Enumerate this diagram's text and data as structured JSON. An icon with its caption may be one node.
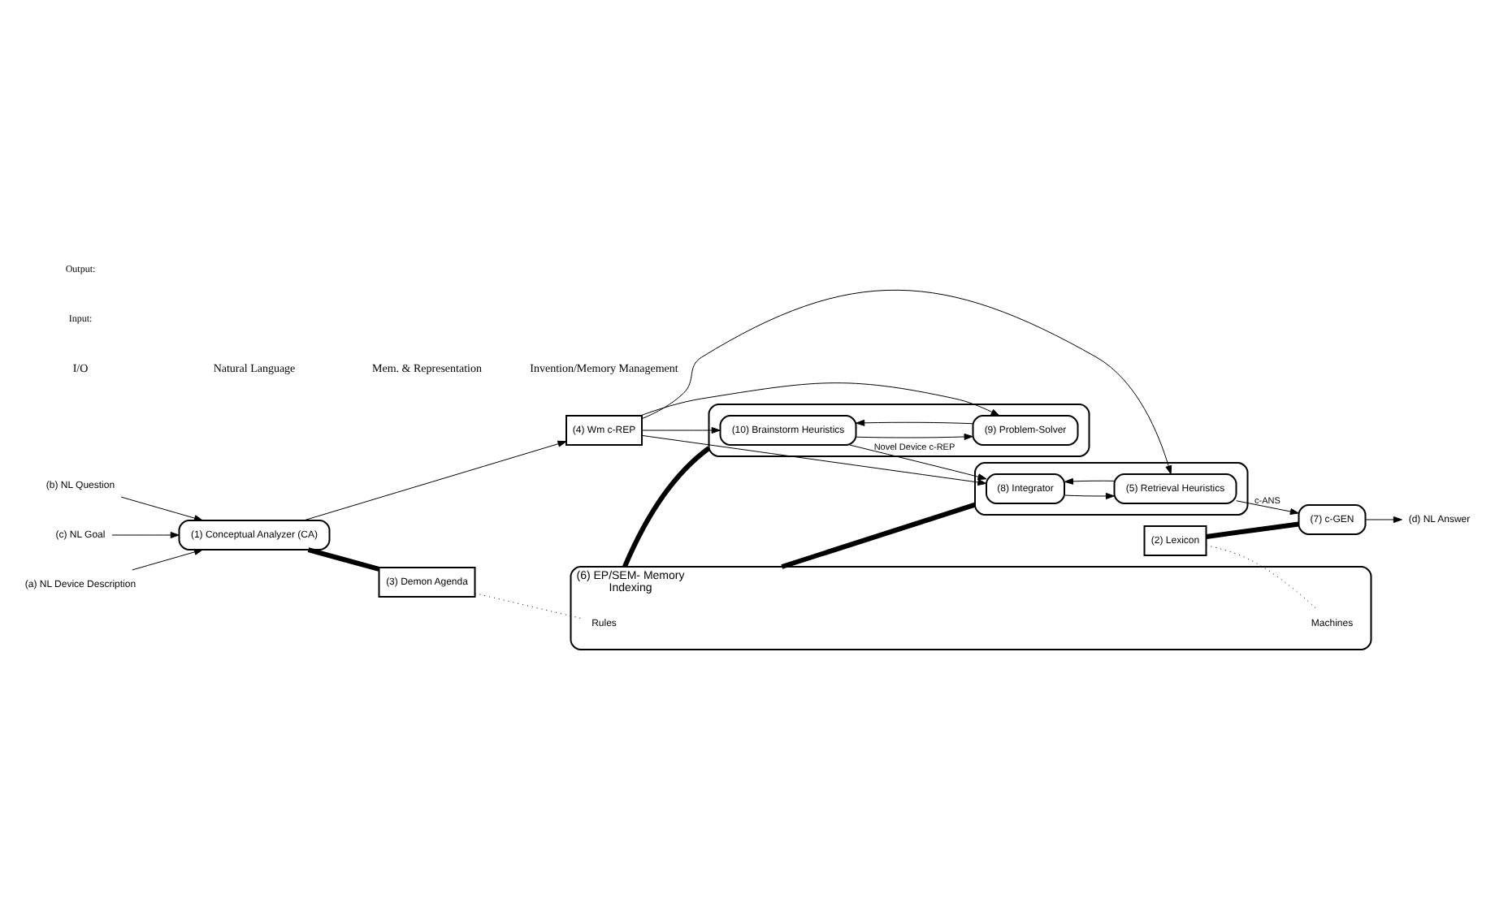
{
  "diagram": {
    "nodes": [
      {
        "text": [
          "(a) NL Device Description"
        ]
      },
      {
        "text": [
          "(b) NL Question"
        ]
      },
      {
        "text": [
          "(c) NL Goal"
        ]
      },
      {
        "text": [
          "(1) Conceptual Analyzer (CA)"
        ]
      },
      {
        "text": [
          "(4) Wm c-REP"
        ]
      },
      {
        "text": [],
        "shape": "box"
      },
      {
        "text": [
          "(10) Brainstorm Heuristics"
        ],
        "in": 5
      },
      {
        "text": [
          "(9) Problem-Solver"
        ],
        "in": 5
      },
      {
        "text": [
          "(6) EP/SEM- Memory",
          "Indexing"
        ]
      },
      {
        "text": [
          "Rules"
        ],
        "in": 8
      },
      {
        "text": [
          "Machines"
        ],
        "in": 8
      },
      {
        "text": [
          "(3) Demon Agenda"
        ]
      },
      {
        "text": [
          "(2) Lexicon"
        ]
      },
      {
        "text": [],
        "shape": "box"
      },
      {
        "text": [
          "(8) Integrator"
        ],
        "in": 13
      },
      {
        "text": [
          "(5) Retrieval Heuristics"
        ],
        "in": 13
      },
      {
        "text": [
          "(d) NL Answer"
        ]
      },
      {
        "text": [
          "(7) c-GEN"
        ]
      }
    ],
    "edges": [
      {
        "from": 0,
        "to": 3,
        "arrow": "to"
      },
      {
        "from": 1,
        "to": 3,
        "arrow": "to"
      },
      {
        "from": 2,
        "to": 3,
        "arrow": "to"
      },
      {
        "from": 3,
        "to": 4,
        "arrow": "to"
      },
      {
        "from": 4,
        "to": 6,
        "arrow": "to"
      },
      {
        "from": 4,
        "to": 7,
        "arrow": "to"
      },
      {
        "from": 4,
        "to": 14,
        "arrow": "to"
      },
      {
        "from": 4,
        "to": 15,
        "arrow": "to"
      },
      {
        "from": 6,
        "to": 7,
        "arrow": "to"
      },
      {
        "from": 7,
        "to": 6,
        "arrow": "to"
      },
      {
        "from": 6,
        "to": 14,
        "label": "Novel Device c-REP",
        "arrow": "to"
      },
      {
        "from": 14,
        "to": 15,
        "arrow": "to"
      },
      {
        "from": 15,
        "to": 14,
        "arrow": "to"
      },
      {
        "from": 3,
        "to": 11,
        "arrow": "none",
        "style": "thick"
      },
      {
        "from": 8,
        "to": 5,
        "arrow": "none",
        "style": "thick"
      },
      {
        "from": 8,
        "to": 13,
        "arrow": "none",
        "style": "thick"
      },
      {
        "from": 11,
        "to": 9,
        "arrow": "none",
        "style": "dashed"
      },
      {
        "from": 12,
        "to": 10,
        "arrow": "none",
        "style": "dashed"
      },
      {
        "from": 12,
        "to": 17,
        "arrow": "none",
        "style": "thick"
      },
      {
        "from": 15,
        "to": 17,
        "label": "c-ANS",
        "arrow": "to"
      },
      {
        "from": 17,
        "to": 16,
        "arrow": "to"
      }
    ],
    "labels": [
      "I/O",
      "Natural Language",
      "Mem. & Representation",
      "Invention/Memory Management",
      "Input:",
      "Output:"
    ]
  }
}
